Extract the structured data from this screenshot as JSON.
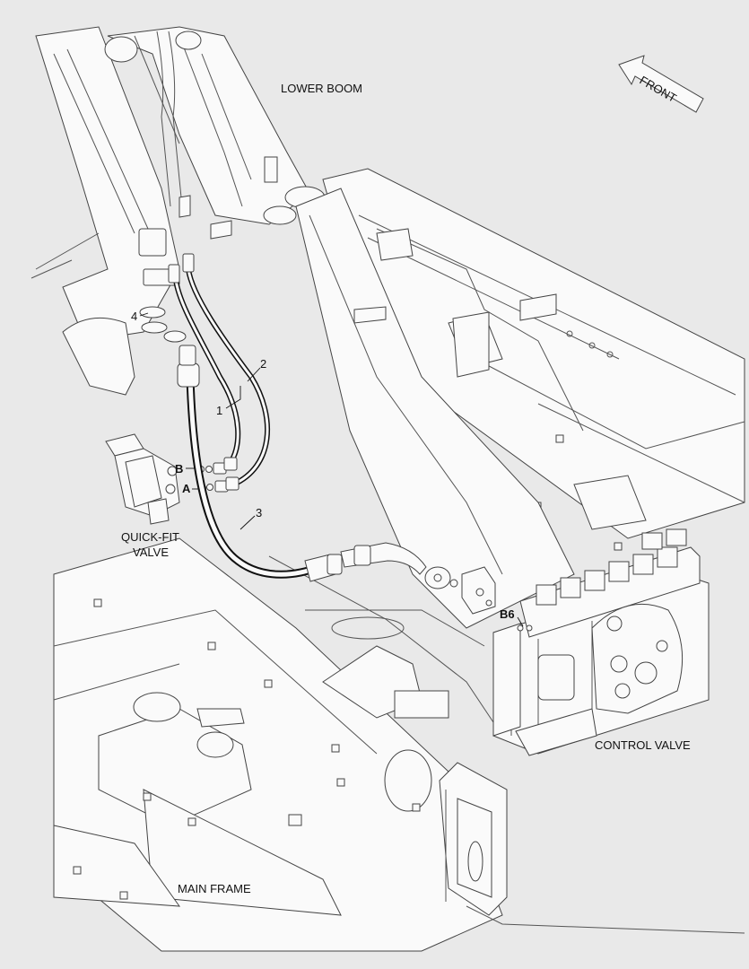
{
  "labels": {
    "lower_boom": "LOWER BOOM",
    "front": "FRONT",
    "quick_fit_valve_line1": "QUICK-FIT",
    "quick_fit_valve_line2": "VALVE",
    "control_valve": "CONTROL VALVE",
    "main_frame": "MAIN FRAME"
  },
  "callouts": {
    "item_1": "1",
    "item_2": "2",
    "item_3": "3",
    "item_4": "4",
    "port_a": "A",
    "port_b": "B",
    "port_b6": "B6"
  },
  "colors": {
    "background": "#e9e9e9",
    "part_face": "#fafafa",
    "line": "#333333",
    "hose": "#111111",
    "text": "#111111"
  }
}
